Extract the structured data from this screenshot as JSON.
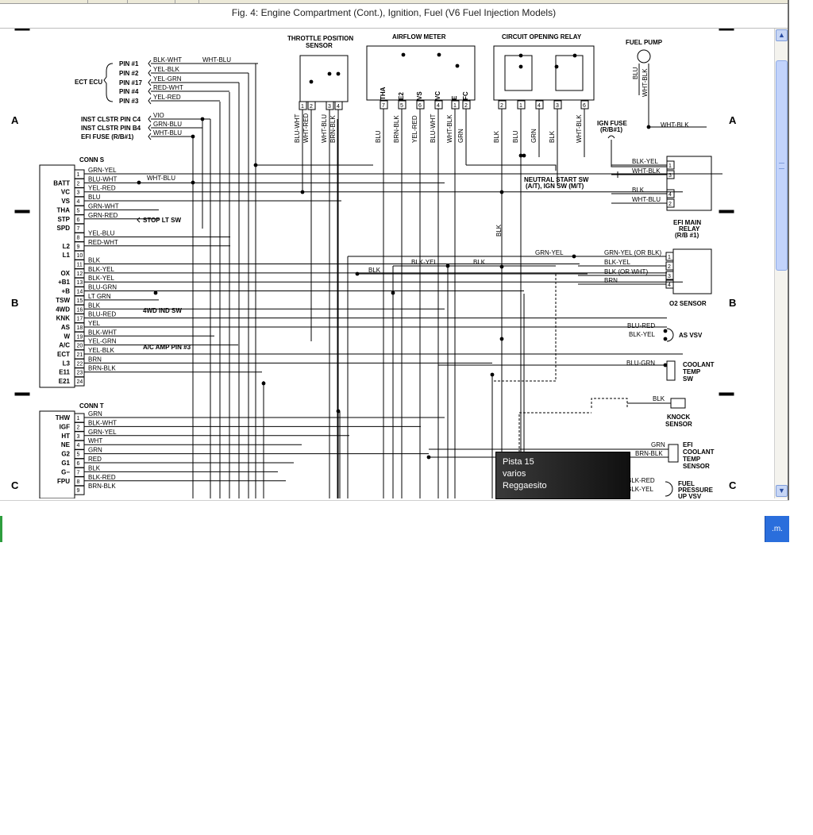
{
  "window": {
    "title": "Fig. 4: Engine Compartment (Cont.), Ignition, Fuel (V6 Fuel Injection Models)"
  },
  "zones": {
    "a_left": "A",
    "a_right": "A",
    "b_left": "B",
    "b_right": "B",
    "c_left": "C",
    "c_right": "C"
  },
  "diagram": {
    "ecu_label": "ECT ECU",
    "ecu_pins": [
      "PIN #1",
      "PIN #2",
      "PIN #17",
      "PIN #4",
      "PIN #3"
    ],
    "ecu_wires": [
      "BLK-WHT",
      "YEL-BLK",
      "YEL-GRN",
      "RED-WHT",
      "YEL-RED"
    ],
    "ecu_out_wire": "WHT-BLU",
    "inst": [
      {
        "label": "INST CLSTR PIN C4",
        "wire": "VIO"
      },
      {
        "label": "INST CLSTR PIN B4",
        "wire": "GRN-BLU"
      },
      {
        "label": "EFI FUSE (R/B#1)",
        "wire": "WHT-BLU"
      }
    ],
    "conn_s": "CONN S",
    "s_pin_labels": [
      "",
      "BATT",
      "VC",
      "VS",
      "THA",
      "STP",
      "SPD",
      "",
      "L2",
      "L1",
      "",
      "OX",
      "+B1",
      "+B",
      "TSW",
      "4WD",
      "KNK",
      "AS",
      "W",
      "A/C",
      "ECT",
      "L3",
      "E11",
      "E21"
    ],
    "s_wires": [
      "GRN-YEL",
      "BLU-WHT",
      "YEL-RED",
      "BLU",
      "GRN-WHT",
      "GRN-RED",
      "",
      "YEL-BLU",
      "RED-WHT",
      "",
      "BLK",
      "BLK-YEL",
      "BLK-YEL",
      "BLU-GRN",
      "LT GRN",
      "BLK",
      "BLU-RED",
      "YEL",
      "BLK-WHT",
      "YEL-GRN",
      "YEL-BLK",
      "BRN",
      "BRN-BLK",
      ""
    ],
    "s_pins": [
      "1",
      "2",
      "3",
      "4",
      "5",
      "6",
      "7",
      "8",
      "9",
      "10",
      "11",
      "12",
      "13",
      "14",
      "15",
      "16",
      "17",
      "18",
      "19",
      "20",
      "21",
      "22",
      "23",
      "24"
    ],
    "wire_wht_blu": "WHT-BLU",
    "stop_lt_sw": "STOP LT SW",
    "ind_sw": "4WD IND SW",
    "ac_amp": "A/C AMP PIN #3",
    "conn_t": "CONN T",
    "t_pin_labels": [
      "THW",
      "IGF",
      "HT",
      "NE",
      "G2",
      "G1",
      "G−",
      "FPU",
      ""
    ],
    "t_wires": [
      "GRN",
      "BLK-WHT",
      "GRN-YEL",
      "WHT",
      "GRN",
      "RED",
      "BLK",
      "BLK-RED",
      "BRN-BLK"
    ],
    "t_pins": [
      "1",
      "2",
      "3",
      "4",
      "5",
      "6",
      "7",
      "8",
      "9"
    ],
    "tps": {
      "title1": "THROTTLE POSITION",
      "title2": "SENSOR",
      "pins": [
        "1",
        "2",
        "3",
        "4"
      ],
      "wires": [
        "BLU-WHT",
        "WHT-RED",
        "WHT-BLU",
        "BRN-BLK"
      ]
    },
    "afm": {
      "title": "AIRFLOW METER",
      "terms": [
        "THA",
        "E2",
        "VS",
        "VC",
        "E",
        "FC"
      ],
      "pins": [
        "7",
        "5",
        "6",
        "4",
        "1",
        "2"
      ],
      "wires": [
        "BLU",
        "BRN-BLK",
        "YEL-RED",
        "BLU-WHT",
        "WHT-BLK",
        "GRN"
      ]
    },
    "cor": {
      "title": "CIRCUIT OPENING RELAY",
      "pins": [
        "2",
        "1",
        "4",
        "3",
        "6"
      ],
      "wires": [
        "BLK",
        "BLU",
        "GRN",
        "BLK",
        "WHT-BLK"
      ]
    },
    "fuel_pump": {
      "title": "FUEL PUMP",
      "wires": [
        "BLU",
        "WHT-BLK"
      ]
    },
    "ign_fuse": {
      "line1": "IGN FUSE",
      "line2": "(R/B#1)",
      "wire": "WHT-BLK"
    },
    "neutral_sw": {
      "line1": "NEUTRAL START SW",
      "line2": "(A/T), IGN SW (M/T)"
    },
    "efi_relay": {
      "title1": "EFI MAIN",
      "title2": "RELAY",
      "title3": "(R/B #1)",
      "wires": [
        "BLK-YEL",
        "WHT-BLK",
        "BLK",
        "WHT-BLU"
      ],
      "pins": [
        "1",
        "3",
        "4",
        "2"
      ]
    },
    "blk_vertical": "BLK",
    "o2": {
      "title": "O2 SENSOR",
      "wires": [
        "GRN-YEL (OR BLK)",
        "BLK-YEL",
        "BLK (OR WHT)",
        "BRN"
      ],
      "pins": [
        "1",
        "2",
        "3",
        "4"
      ],
      "left_wires": [
        "GRN-YEL",
        "BLK-YEL",
        "BLK",
        "BLK"
      ]
    },
    "as_vsv": {
      "title": "AS VSV",
      "wires": [
        "BLU-RED",
        "BLK-YEL"
      ]
    },
    "coolant_sw": {
      "line1": "COOLANT",
      "line2": "TEMP",
      "line3": "SW",
      "wire": "BLU-GRN"
    },
    "knock": {
      "line1": "KNOCK",
      "line2": "SENSOR",
      "wire": "BLK"
    },
    "efi_coolant": {
      "line1": "EFI",
      "line2": "COOLANT",
      "line3": "TEMP",
      "line4": "SENSOR",
      "wires": [
        "GRN",
        "BRN-BLK"
      ]
    },
    "fuel_vsv": {
      "line1": "FUEL",
      "line2": "PRESSURE",
      "line3": "UP VSV",
      "wires": [
        "BLK-RED",
        "BLK-YEL"
      ]
    }
  },
  "tooltip": {
    "line1": "Pista 15",
    "line2": "varios",
    "line3": "Reggaesito"
  },
  "scrollbar": {
    "up": "▲",
    "down": "▼"
  },
  "taskbar": {
    "tray_label": ".m."
  }
}
